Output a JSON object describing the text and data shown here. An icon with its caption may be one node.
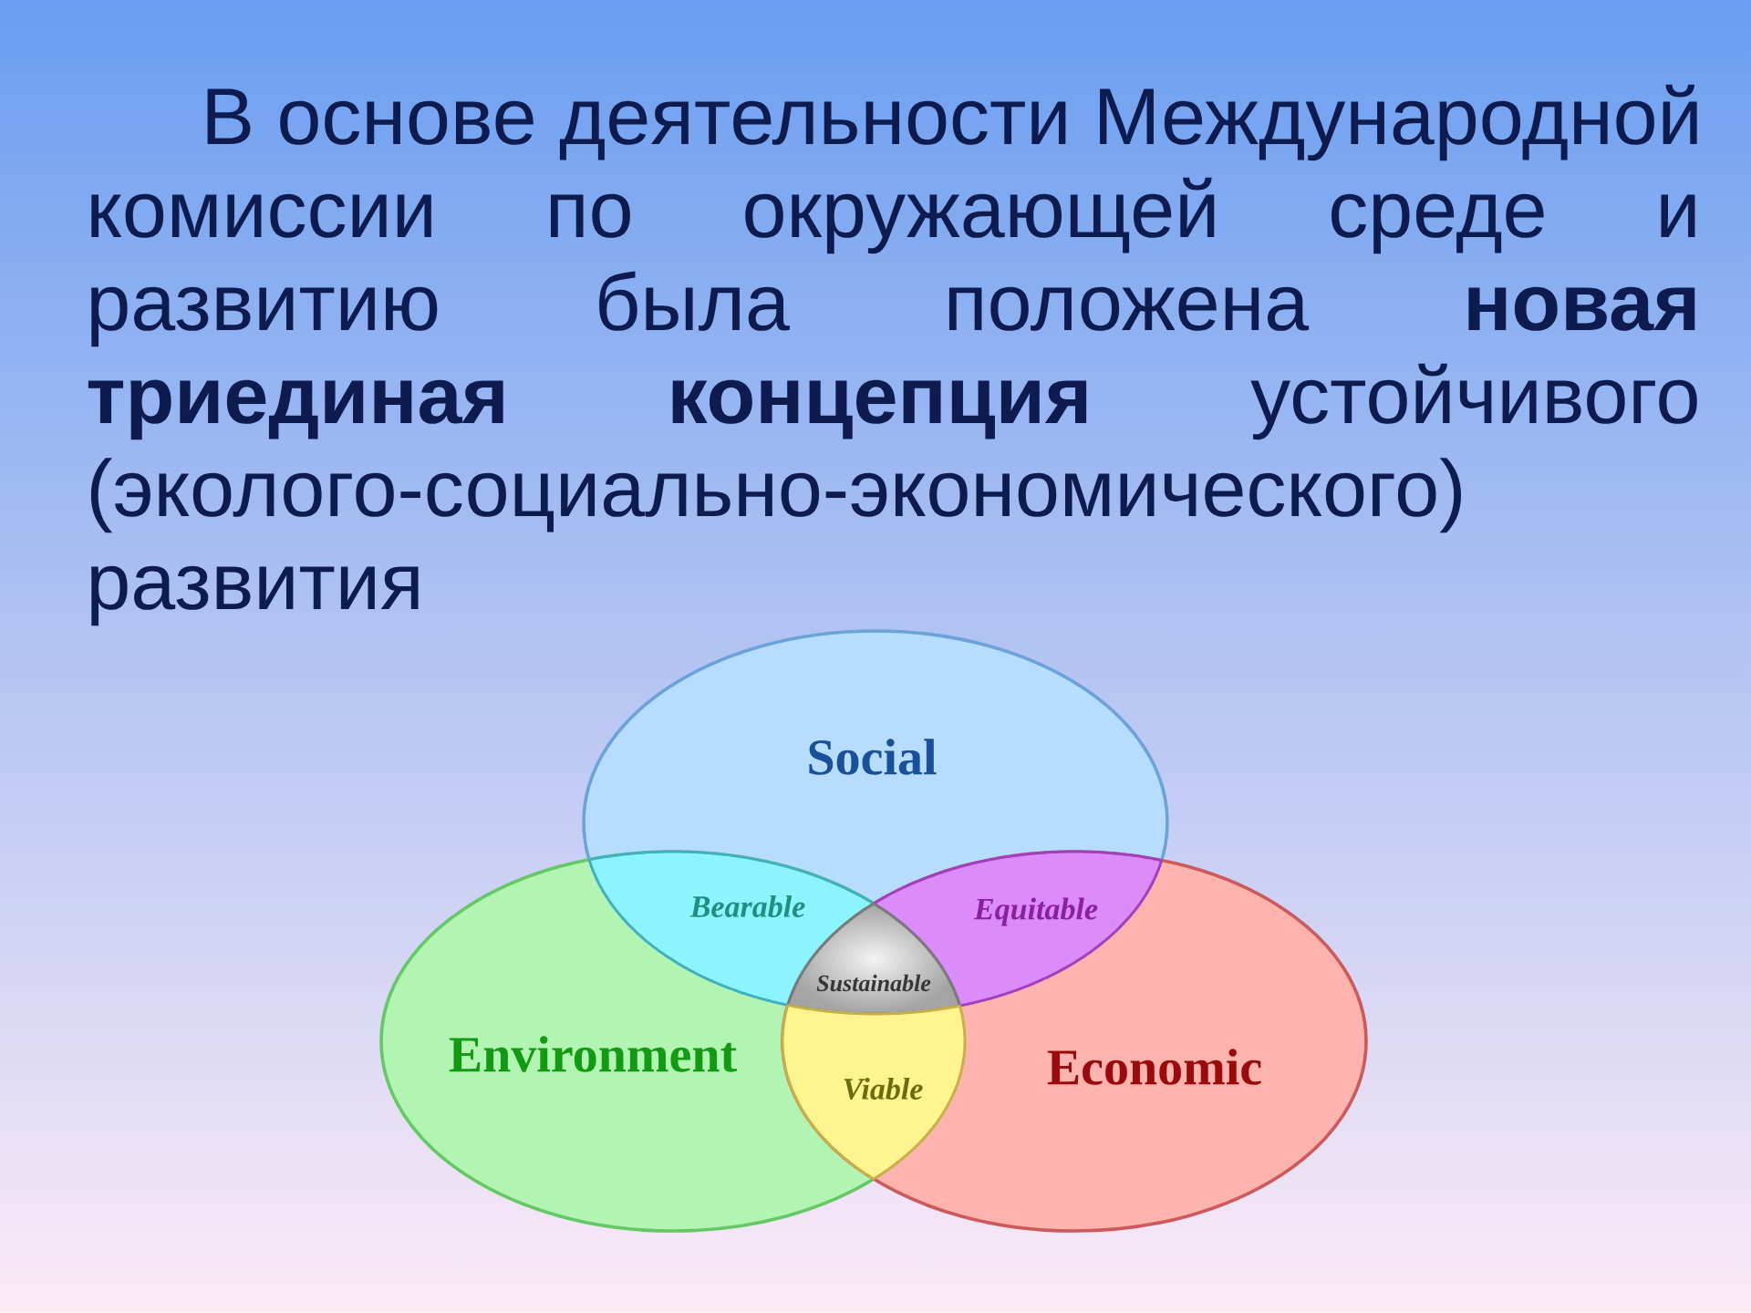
{
  "diagram": {
    "title": "В основе деятельности Международной комиссии по окружающей среде и развитию была положена **новая триединая концепция** устойчивого (эколого-социально-экономического) развития",
    "nodes": [
      {
        "text": [
          "Social"
        ]
      },
      {
        "text": [
          "Environment"
        ]
      },
      {
        "text": [
          "Economic"
        ]
      },
      {
        "text": [
          "Bearable"
        ]
      },
      {
        "text": [
          "Equitable"
        ]
      },
      {
        "text": [
          "Sustainable"
        ]
      },
      {
        "text": [
          "Viable"
        ]
      }
    ]
  }
}
